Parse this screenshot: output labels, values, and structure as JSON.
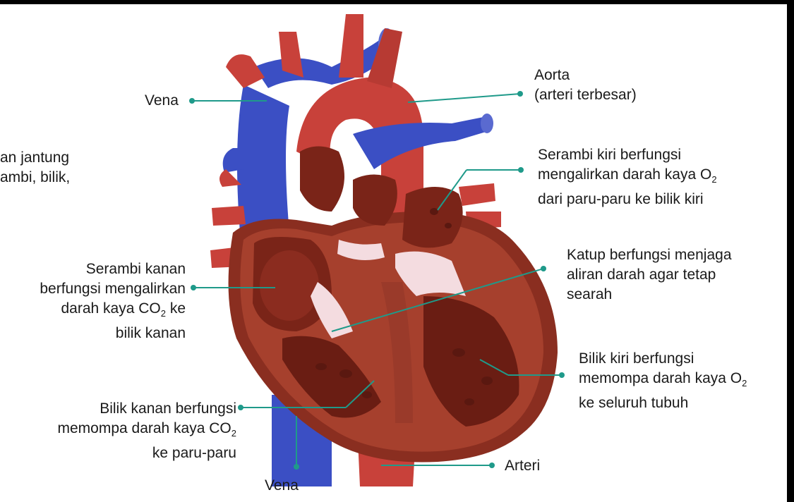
{
  "labels": {
    "intro_1": "an jantung",
    "intro_2": "ambi, bilik,",
    "vena_top": "Vena",
    "aorta_1": "Aorta",
    "aorta_2": "(arteri terbesar)",
    "la_1": "Serambi kiri berfungsi",
    "la_2": "mengalirkan darah kaya O",
    "la_2_sub": "2",
    "la_3": "dari paru-paru ke bilik kiri",
    "valve_1": "Katup berfungsi menjaga",
    "valve_2": "aliran darah agar tetap",
    "valve_3": "searah",
    "ra_1": "Serambi kanan",
    "ra_2": "berfungsi mengalirkan",
    "ra_3": "darah kaya CO",
    "ra_3_sub": "2",
    "ra_3_tail": " ke",
    "ra_4": "bilik kanan",
    "lv_1": "Bilik kiri berfungsi",
    "lv_2": "memompa darah kaya O",
    "lv_2_sub": "2",
    "lv_3": "ke seluruh tubuh",
    "rv_1": "Bilik kanan berfungsi",
    "rv_2": "memompa darah kaya CO",
    "rv_2_sub": "2",
    "rv_3": "ke paru-paru",
    "arteri": "Arteri",
    "vena_bottom": "Vena"
  },
  "colors": {
    "vein_blue": "#3b4fc4",
    "artery_red": "#c8413a",
    "muscle_dark": "#7a2418",
    "muscle_mid": "#9a3a2a",
    "valve_pink": "#f4dce0",
    "pointer_teal": "#1f9a8a"
  }
}
